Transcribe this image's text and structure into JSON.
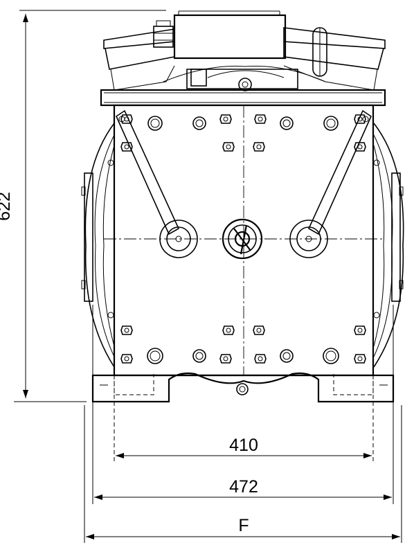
{
  "dimensions": {
    "height": "622",
    "width_inner": "410",
    "width_outer": "472",
    "width_total": "F"
  },
  "colors": {
    "line": "#000000",
    "background": "#ffffff"
  }
}
